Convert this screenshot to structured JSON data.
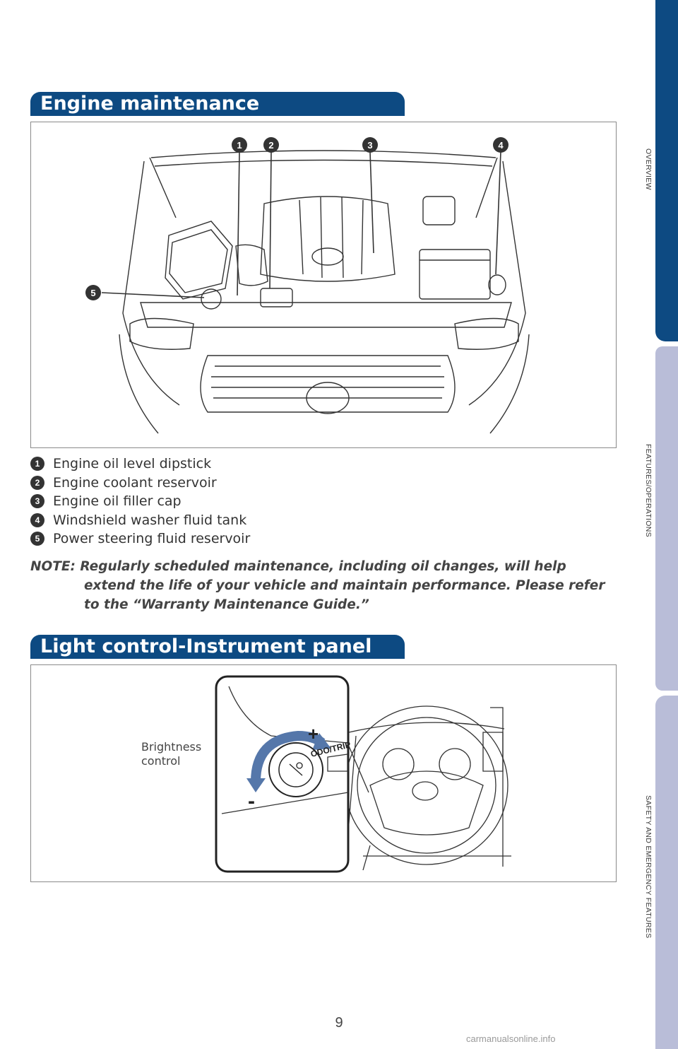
{
  "sidebar": {
    "tabs": [
      {
        "label": "OVERVIEW",
        "color": "#0d4a82"
      },
      {
        "label": "FEATURES/OPERATIONS",
        "color": "#b9bdd8"
      },
      {
        "label": "SAFETY AND EMERGENCY FEATURES",
        "color": "#b9bdd8"
      }
    ]
  },
  "engine": {
    "title": "Engine maintenance",
    "callout_numbers": [
      "1",
      "2",
      "3",
      "4",
      "5"
    ],
    "legend": [
      {
        "num": "1",
        "text": "Engine oil level dipstick"
      },
      {
        "num": "2",
        "text": "Engine coolant reservoir"
      },
      {
        "num": "3",
        "text": "Engine oil filler cap"
      },
      {
        "num": "4",
        "text": "Windshield washer fluid tank"
      },
      {
        "num": "5",
        "text": "Power steering fluid reservoir"
      }
    ],
    "note_label": "NOTE:",
    "note_line1": "Regularly scheduled maintenance, including oil changes, will help",
    "note_line2": "extend the life of your vehicle and maintain performance. Please refer",
    "note_line3": "to the “Warranty Maintenance Guide.”"
  },
  "light": {
    "title": "Light control-Instrument panel",
    "callout_line1": "Brightness",
    "callout_line2": "control",
    "plus": "+",
    "minus": "-",
    "odo_label": "ODO/TRIP"
  },
  "page_number": "9",
  "watermark": "carmanualsonline.info",
  "colors": {
    "brand_blue": "#0d4a82",
    "tab_lavender": "#b9bdd8"
  }
}
